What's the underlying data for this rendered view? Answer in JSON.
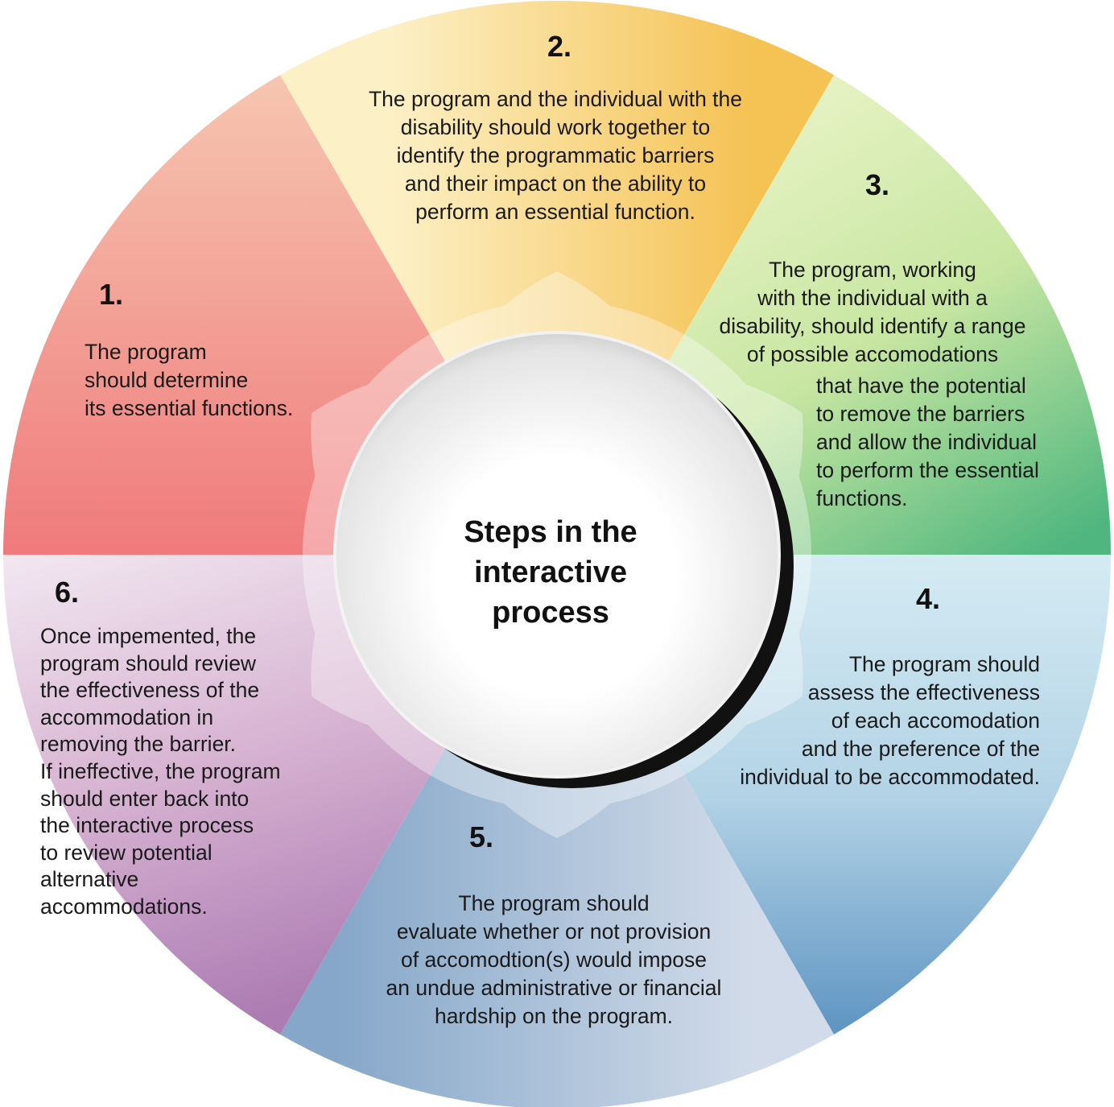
{
  "center": {
    "title_line1": "Steps in the",
    "title_line2": "interactive",
    "title_line3": "process"
  },
  "steps": [
    {
      "number": "1.",
      "lines": [
        "The program",
        "should determine",
        "its essential functions."
      ],
      "color_light": "#f5c0aa",
      "color_dark": "#f0787a"
    },
    {
      "number": "2.",
      "lines": [
        "The program and the individual with the",
        "disability should work together to",
        "identify the programmatic barriers",
        "and their impact on the ability to",
        "perform an essential function."
      ],
      "color_light": "#fbeec4",
      "color_dark": "#f5c04a"
    },
    {
      "number": "3.",
      "lines": [
        "The program, working",
        "with the individual with a",
        "disability, should identify a range",
        "of possible accomodations",
        "that have the potential",
        "to remove the barriers",
        "and allow the individual",
        "to perform the essential",
        "functions."
      ],
      "color_light": "#eef6c8",
      "color_dark": "#52b87c"
    },
    {
      "number": "4.",
      "lines": [
        "The program should",
        "assess the effectiveness",
        "of each accomodation",
        "and the preference of the",
        "individual to be accommodated."
      ],
      "color_light": "#d4e9f2",
      "color_dark": "#5f97c4"
    },
    {
      "number": "5.",
      "lines": [
        "The program should",
        "evaluate whether or not provision",
        "of accomodtion(s) would impose",
        "an undue administrative or financial",
        "hardship on the program."
      ],
      "color_light": "#d2dcea",
      "color_dark": "#7fa0c6"
    },
    {
      "number": "6.",
      "lines": [
        "Once impemented, the",
        "program should review",
        "the effectiveness of the",
        "accommodation in",
        "removing the barrier.",
        "If ineffective, the program",
        "should enter back into",
        "the interactive process",
        "to review potential",
        "alternative",
        "accommodations."
      ],
      "color_light": "#efe2ee",
      "color_dark": "#b27fb4"
    }
  ]
}
